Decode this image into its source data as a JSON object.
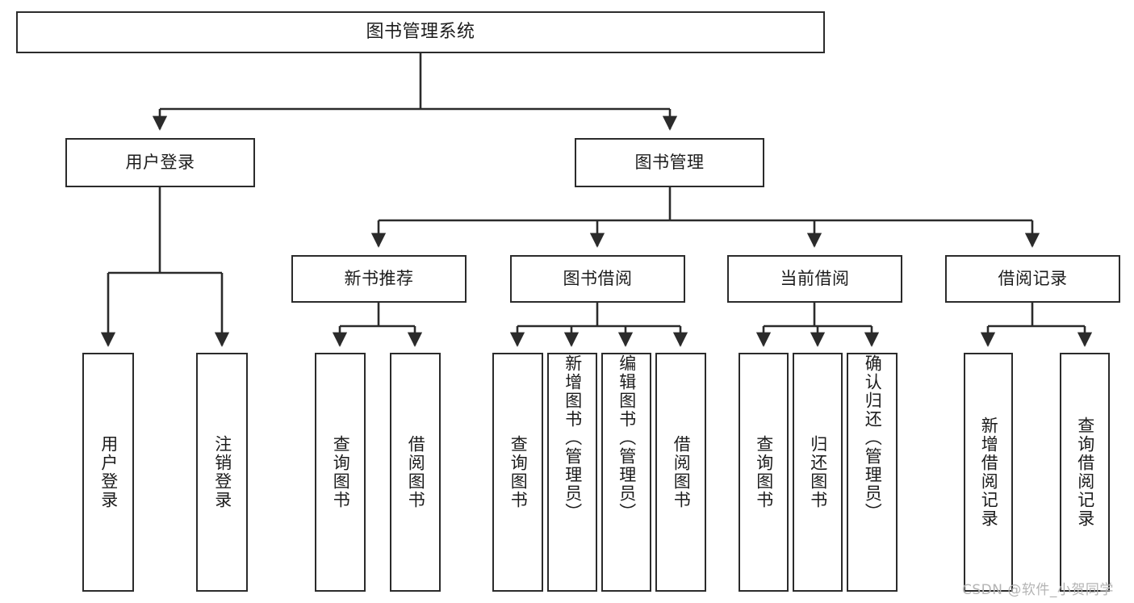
{
  "diagram": {
    "title": "图书管理系统",
    "type": "tree-hierarchy",
    "root": {
      "label": "图书管理系统"
    },
    "level2": [
      {
        "label": "用户登录"
      },
      {
        "label": "图书管理"
      }
    ],
    "level3": [
      {
        "label": "新书推荐"
      },
      {
        "label": "图书借阅"
      },
      {
        "label": "当前借阅"
      },
      {
        "label": "借阅记录"
      }
    ],
    "leaves": [
      {
        "label": "用户登录",
        "parent": "用户登录"
      },
      {
        "label": "注销登录",
        "parent": "用户登录"
      },
      {
        "label": "查询图书",
        "parent": "新书推荐"
      },
      {
        "label": "借阅图书",
        "parent": "新书推荐"
      },
      {
        "label": "查询图书",
        "parent": "图书借阅"
      },
      {
        "label": "新增图书（管理员）",
        "parent": "图书借阅"
      },
      {
        "label": "编辑图书（管理员）",
        "parent": "图书借阅"
      },
      {
        "label": "借阅图书",
        "parent": "图书借阅"
      },
      {
        "label": "查询图书",
        "parent": "当前借阅"
      },
      {
        "label": "归还图书",
        "parent": "当前借阅"
      },
      {
        "label": "确认归还（管理员）",
        "parent": "当前借阅"
      },
      {
        "label": "新增借阅记录",
        "parent": "借阅记录"
      },
      {
        "label": "查询借阅记录",
        "parent": "借阅记录"
      }
    ]
  },
  "watermark": {
    "text": "CSDN @软件_小贺同学"
  },
  "colors": {
    "stroke": "#2b2b2b",
    "fill": "#ffffff",
    "text": "#1c1c1c",
    "watermark": "#b4b4b4"
  }
}
